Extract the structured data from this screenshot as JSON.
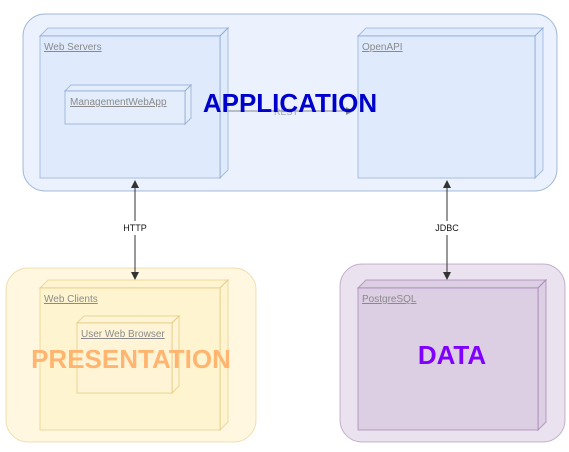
{
  "layers": {
    "application": {
      "label": "APPLICATION",
      "fill": "#dae8fc",
      "stroke": "#6c8ebf",
      "text_color": "#0000cc"
    },
    "presentation": {
      "label": "PRESENTATION",
      "fill": "#fff2cc",
      "stroke": "#d6b656",
      "text_color": "#ffb570"
    },
    "data": {
      "label": "DATA",
      "fill": "#e1d5e7",
      "stroke": "#9673a6",
      "text_color": "#7f00ff"
    }
  },
  "nodes": {
    "web_servers": "Web Servers",
    "management_web_app": "ManagementWebApp",
    "open_api": "OpenAPI",
    "web_clients": "Web Clients",
    "user_web_browser": "User Web Browser",
    "postgresql": "PostgreSQL"
  },
  "edges": {
    "app_to_api": "REST",
    "http": "HTTP",
    "jdbc": "JDBC"
  },
  "colors": {
    "node_label": "#8a8a8a",
    "edge": "#333333"
  }
}
